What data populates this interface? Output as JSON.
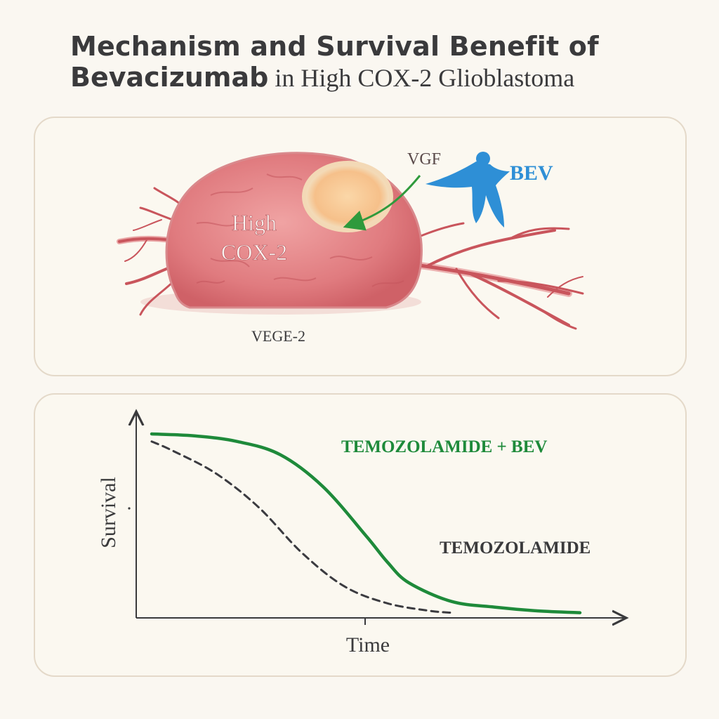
{
  "title": {
    "line1": "Mechanism and Survival Benefit of",
    "line2_bold": "Bevacizumab",
    "line2_rest": " in High COX-2 Glioblastoma"
  },
  "mechanism": {
    "tumor_label_line1": "High",
    "tumor_label_line2": "COX-2",
    "ligand_label": "VGF",
    "drug_label": "BEV",
    "receptor_label": "VEGE-2",
    "colors": {
      "tumor": "#e07b7f",
      "vessel": "#c9555c",
      "drug": "#2e8fd6",
      "arrow": "#2f9a3c",
      "necrotic_core": "#f6c79a"
    }
  },
  "chart_data": {
    "type": "line",
    "xlabel": "Time",
    "ylabel": "Survival",
    "grid": false,
    "series": [
      {
        "name": "TEMOZOLAMIDE + BEV",
        "color": "#1e8a3a",
        "style": "solid",
        "x": [
          0,
          0.1,
          0.2,
          0.3,
          0.4,
          0.5,
          0.55,
          0.6,
          0.7,
          0.8,
          0.9,
          1.0
        ],
        "y": [
          0.97,
          0.96,
          0.93,
          0.86,
          0.69,
          0.43,
          0.29,
          0.18,
          0.08,
          0.05,
          0.03,
          0.02
        ]
      },
      {
        "name": "TEMOZOLAMIDE",
        "color": "#3b3b40",
        "style": "dashed",
        "x": [
          0,
          0.05,
          0.15,
          0.25,
          0.35,
          0.45,
          0.55,
          0.65,
          0.7
        ],
        "y": [
          0.93,
          0.88,
          0.76,
          0.58,
          0.34,
          0.16,
          0.07,
          0.03,
          0.02
        ]
      }
    ]
  }
}
